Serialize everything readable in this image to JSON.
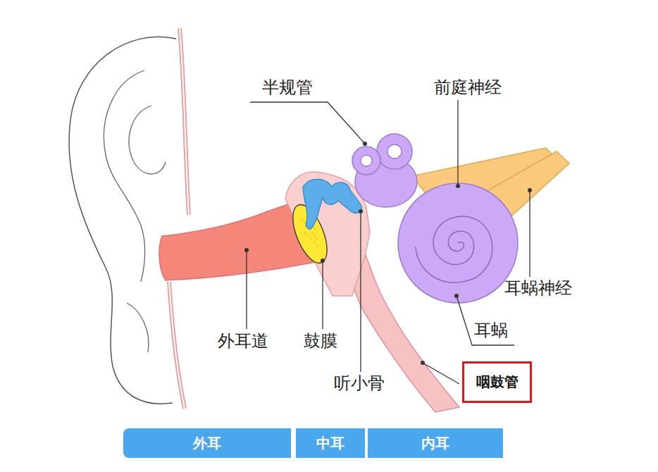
{
  "diagram": {
    "nodes": [
      {
        "text": [
          "咽鼓管"
        ]
      },
      {
        "text": [
          "外耳"
        ]
      },
      {
        "text": [
          "中耳"
        ]
      },
      {
        "text": [
          "内耳"
        ]
      }
    ],
    "labels": [
      "半规管",
      "前庭神经",
      "耳蜗神经",
      "耳蜗",
      "外耳道",
      "鼓膜",
      "听小骨"
    ]
  }
}
